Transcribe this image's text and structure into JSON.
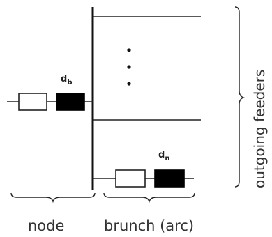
{
  "labels": {
    "db_main": "d",
    "db_sub": "b",
    "dn_main": "d",
    "dn_sub": "n",
    "node": "node",
    "branch": "brunch (arc)",
    "outgoing": "outgoing feeders"
  },
  "colors": {
    "line": "#111111",
    "filled_block": "#000000",
    "open_block": "#ffffff"
  }
}
